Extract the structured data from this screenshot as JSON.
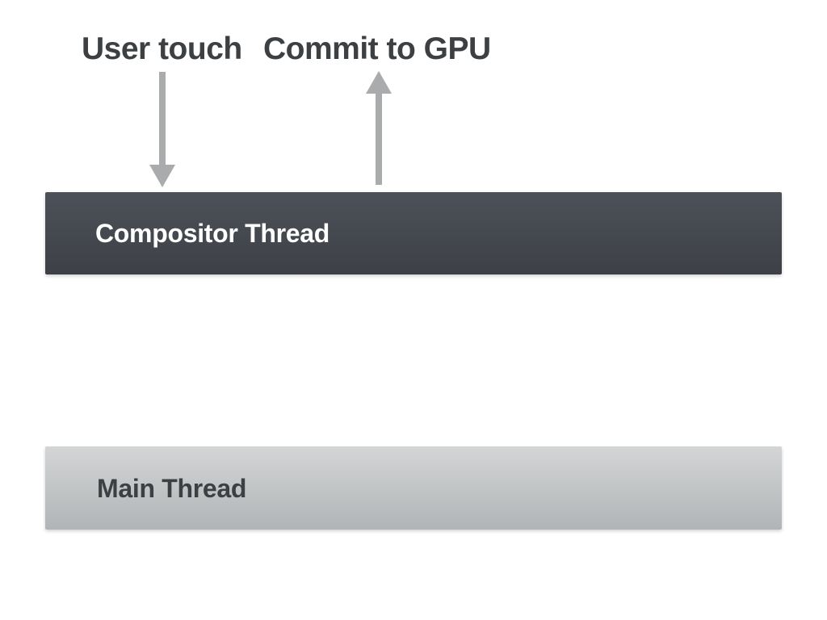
{
  "annotations": {
    "user_touch": {
      "label": "User touch"
    },
    "commit_to_gpu": {
      "label": "Commit to GPU"
    }
  },
  "threads": {
    "compositor": {
      "label": "Compositor Thread"
    },
    "main": {
      "label": "Main Thread"
    }
  },
  "arrows": {
    "user_touch_down": {
      "icon": "arrow-down-icon"
    },
    "commit_to_gpu_up": {
      "icon": "arrow-up-icon"
    }
  },
  "colors": {
    "background": "#ffffff",
    "annotation_text": "#3c4043",
    "arrow": "#a9abad",
    "compositor_bar_gradient_top": "#4d5159",
    "compositor_bar_gradient_bottom": "#3d4046",
    "compositor_label_text": "#ffffff",
    "main_bar_gradient_top": "#d3d5d6",
    "main_bar_gradient_bottom": "#b1b4b6",
    "main_label_text": "#3c4043"
  }
}
